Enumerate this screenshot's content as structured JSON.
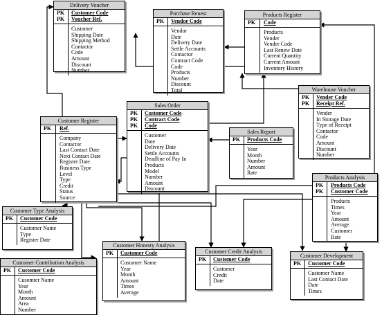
{
  "entities": [
    {
      "name": "Delivery Voucher",
      "pk": [
        {
          "tag": "PK",
          "field": "Customer Code"
        },
        {
          "tag": "PK",
          "field": "Voucher Ref."
        }
      ],
      "attributes": [
        "Customer",
        "Shipping Date",
        "Shipping Method",
        "Contactor",
        "Code",
        "Amount",
        "Discount",
        "Number"
      ]
    },
    {
      "name": "Purchase Reuest",
      "pk": [
        {
          "tag": "PK",
          "field": "Vendor Code"
        }
      ],
      "attributes": [
        "Vendor",
        "Date",
        "Delivery Date",
        "Settle Accounts",
        "Contactor",
        "Contract Code",
        "Code",
        "Products",
        "Number",
        "Discount",
        "Total"
      ]
    },
    {
      "name": "Products Register",
      "pk": [
        {
          "tag": "PK",
          "field": "Code"
        }
      ],
      "attributes": [
        "Products",
        "Vender",
        "Vender Code",
        "Last Renew Date",
        "Current Quantity",
        "Current Amount",
        "Inventory History"
      ]
    },
    {
      "name": "Warehouse Voucher",
      "pk": [
        {
          "tag": "PK",
          "field": "Vender Code"
        },
        {
          "tag": "PK",
          "field": "Receipt Ref."
        }
      ],
      "attributes": [
        "Vender",
        "In Storage Date",
        "Type of Receipt",
        "Contactor",
        "Code",
        "Amount",
        "Discount",
        "Number"
      ]
    },
    {
      "name": "Sales Order",
      "pk": [
        {
          "tag": "PK",
          "field": "Customer Code"
        },
        {
          "tag": "PK",
          "field": "Contract Code"
        },
        {
          "tag": "PK",
          "field": "Code"
        }
      ],
      "attributes": [
        "Customer",
        "Date",
        "Delivery Date",
        "Settle Accounts",
        "Deadline of Pay In",
        "Products",
        "Model",
        "Number",
        "Amount",
        "Discount"
      ]
    },
    {
      "name": "Customer Register",
      "pk": [
        {
          "tag": "PK",
          "field": "Ref."
        }
      ],
      "attributes": [
        "Company",
        "Contactor",
        "Last Contact Date",
        "Next Contact Date",
        "Register Date",
        "Business Type",
        "Level",
        "Type",
        "Credit",
        "Status",
        "Source"
      ]
    },
    {
      "name": "Sales Report",
      "pk": [
        {
          "tag": "PK",
          "field": "Products Code"
        }
      ],
      "attributes": [
        "Year",
        "Month",
        "Number",
        "Amount",
        "Rate"
      ]
    },
    {
      "name": "Products Analysis",
      "pk": [
        {
          "tag": "PK",
          "field": "Products Code"
        },
        {
          "tag": "PK",
          "field": "Customer Code"
        }
      ],
      "attributes": [
        "Products",
        "Times",
        "Year",
        "Amount",
        "Average",
        "Customer",
        "Rate"
      ]
    },
    {
      "name": "Customer Type Analysis",
      "pk": [
        {
          "tag": "PK",
          "field": "Customer Code"
        }
      ],
      "attributes": [
        "Customer Name",
        "Type",
        "Register Date"
      ]
    },
    {
      "name": "Customer Honesty Analysis",
      "pk": [
        {
          "tag": "PK",
          "field": "Customer Code"
        }
      ],
      "attributes": [
        "Customer Name",
        "Year",
        "Month",
        "Amount",
        "Times",
        "Average"
      ]
    },
    {
      "name": "Customer Credit Analysis",
      "pk": [
        {
          "tag": "PK",
          "field": "Customer Code"
        }
      ],
      "attributes": [
        "Customer",
        "Credit",
        "Date"
      ]
    },
    {
      "name": "Customer Development",
      "pk": [
        {
          "tag": "PK",
          "field": "Customer Code"
        }
      ],
      "attributes": [
        "Customer Name",
        "Last Contact Date",
        "Date",
        "Times"
      ]
    },
    {
      "name": "Customer Contribution Analysis",
      "pk": [
        {
          "tag": "PK",
          "field": "Customer Code"
        }
      ],
      "attributes": [
        "Cusomter Name",
        "Year",
        "Month",
        "Amount",
        "Area",
        "Number"
      ]
    }
  ]
}
